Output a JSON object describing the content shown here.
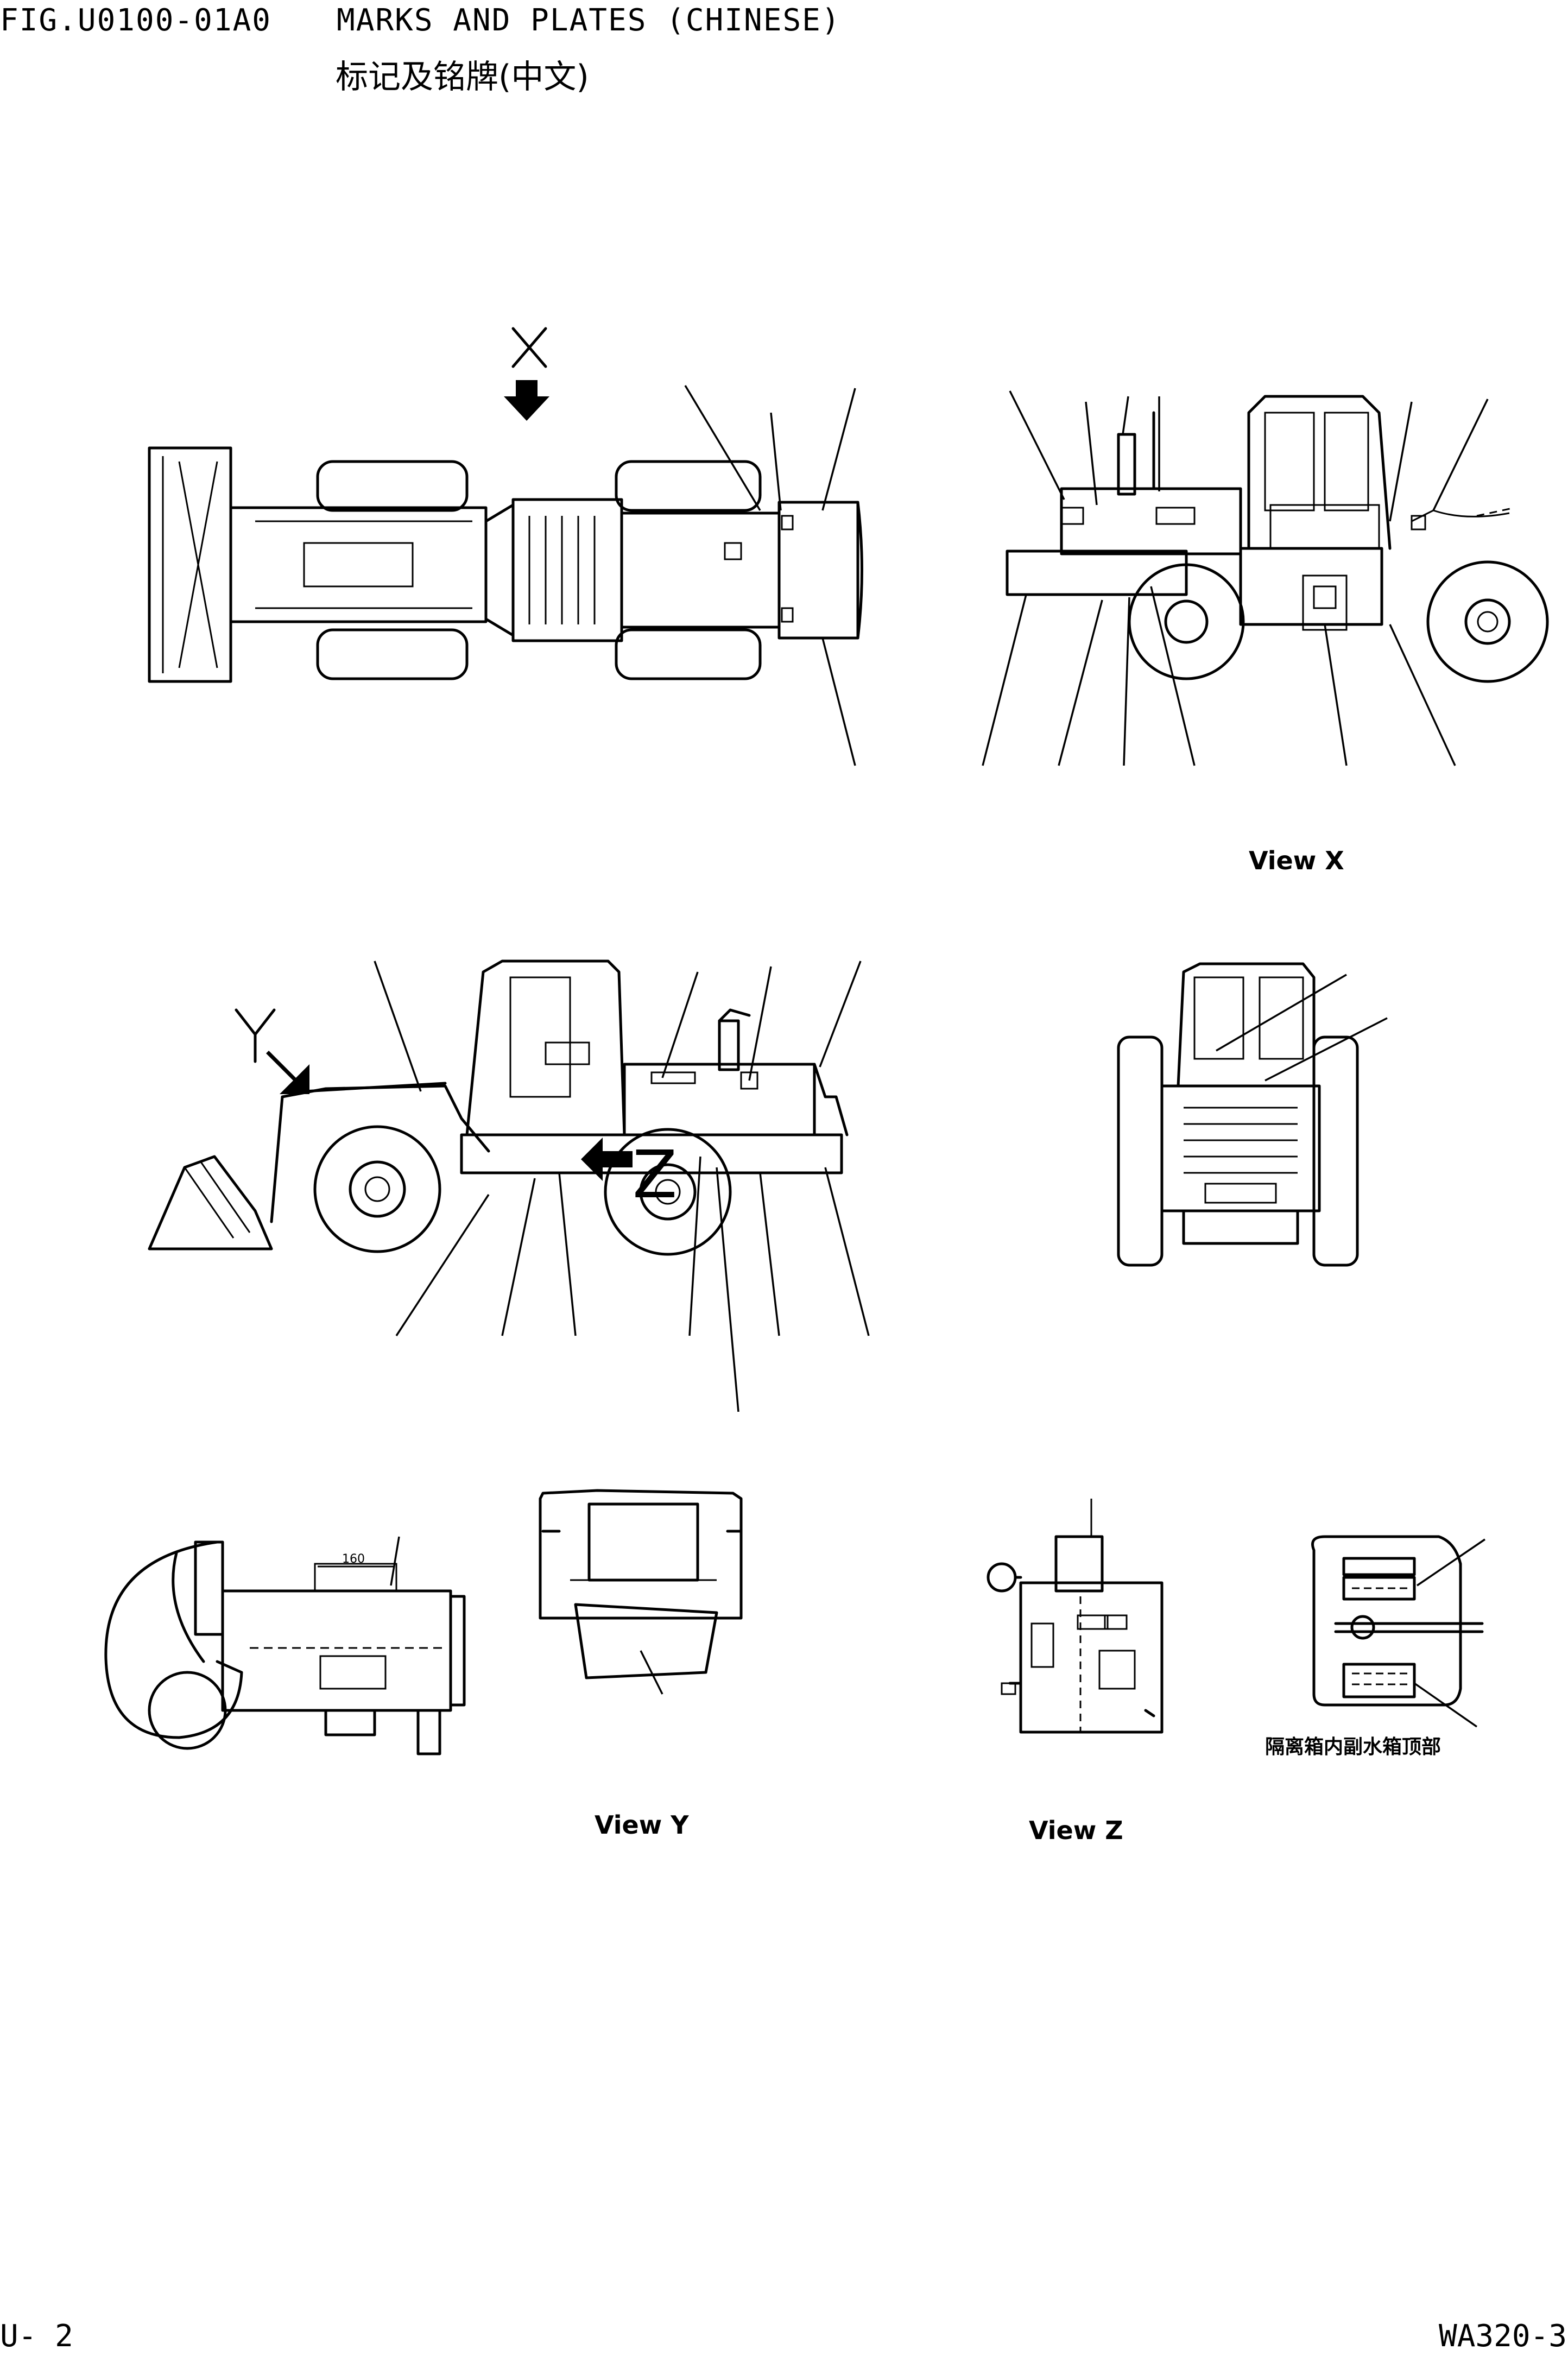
{
  "header": {
    "fig_id": "FIG.U0100-01A0",
    "title_en": "MARKS AND PLATES (CHINESE)",
    "title_cn": "标记及铭牌(中文)"
  },
  "views": {
    "view_x": "View X",
    "view_y": "View Y",
    "view_z": "View Z"
  },
  "letters": {
    "x": "X",
    "y": "Y",
    "z": "Z"
  },
  "dimension": "160",
  "note_cn": "隔离箱内副水箱顶部",
  "footer": {
    "page": "U-  2",
    "model": "WA320-3"
  }
}
